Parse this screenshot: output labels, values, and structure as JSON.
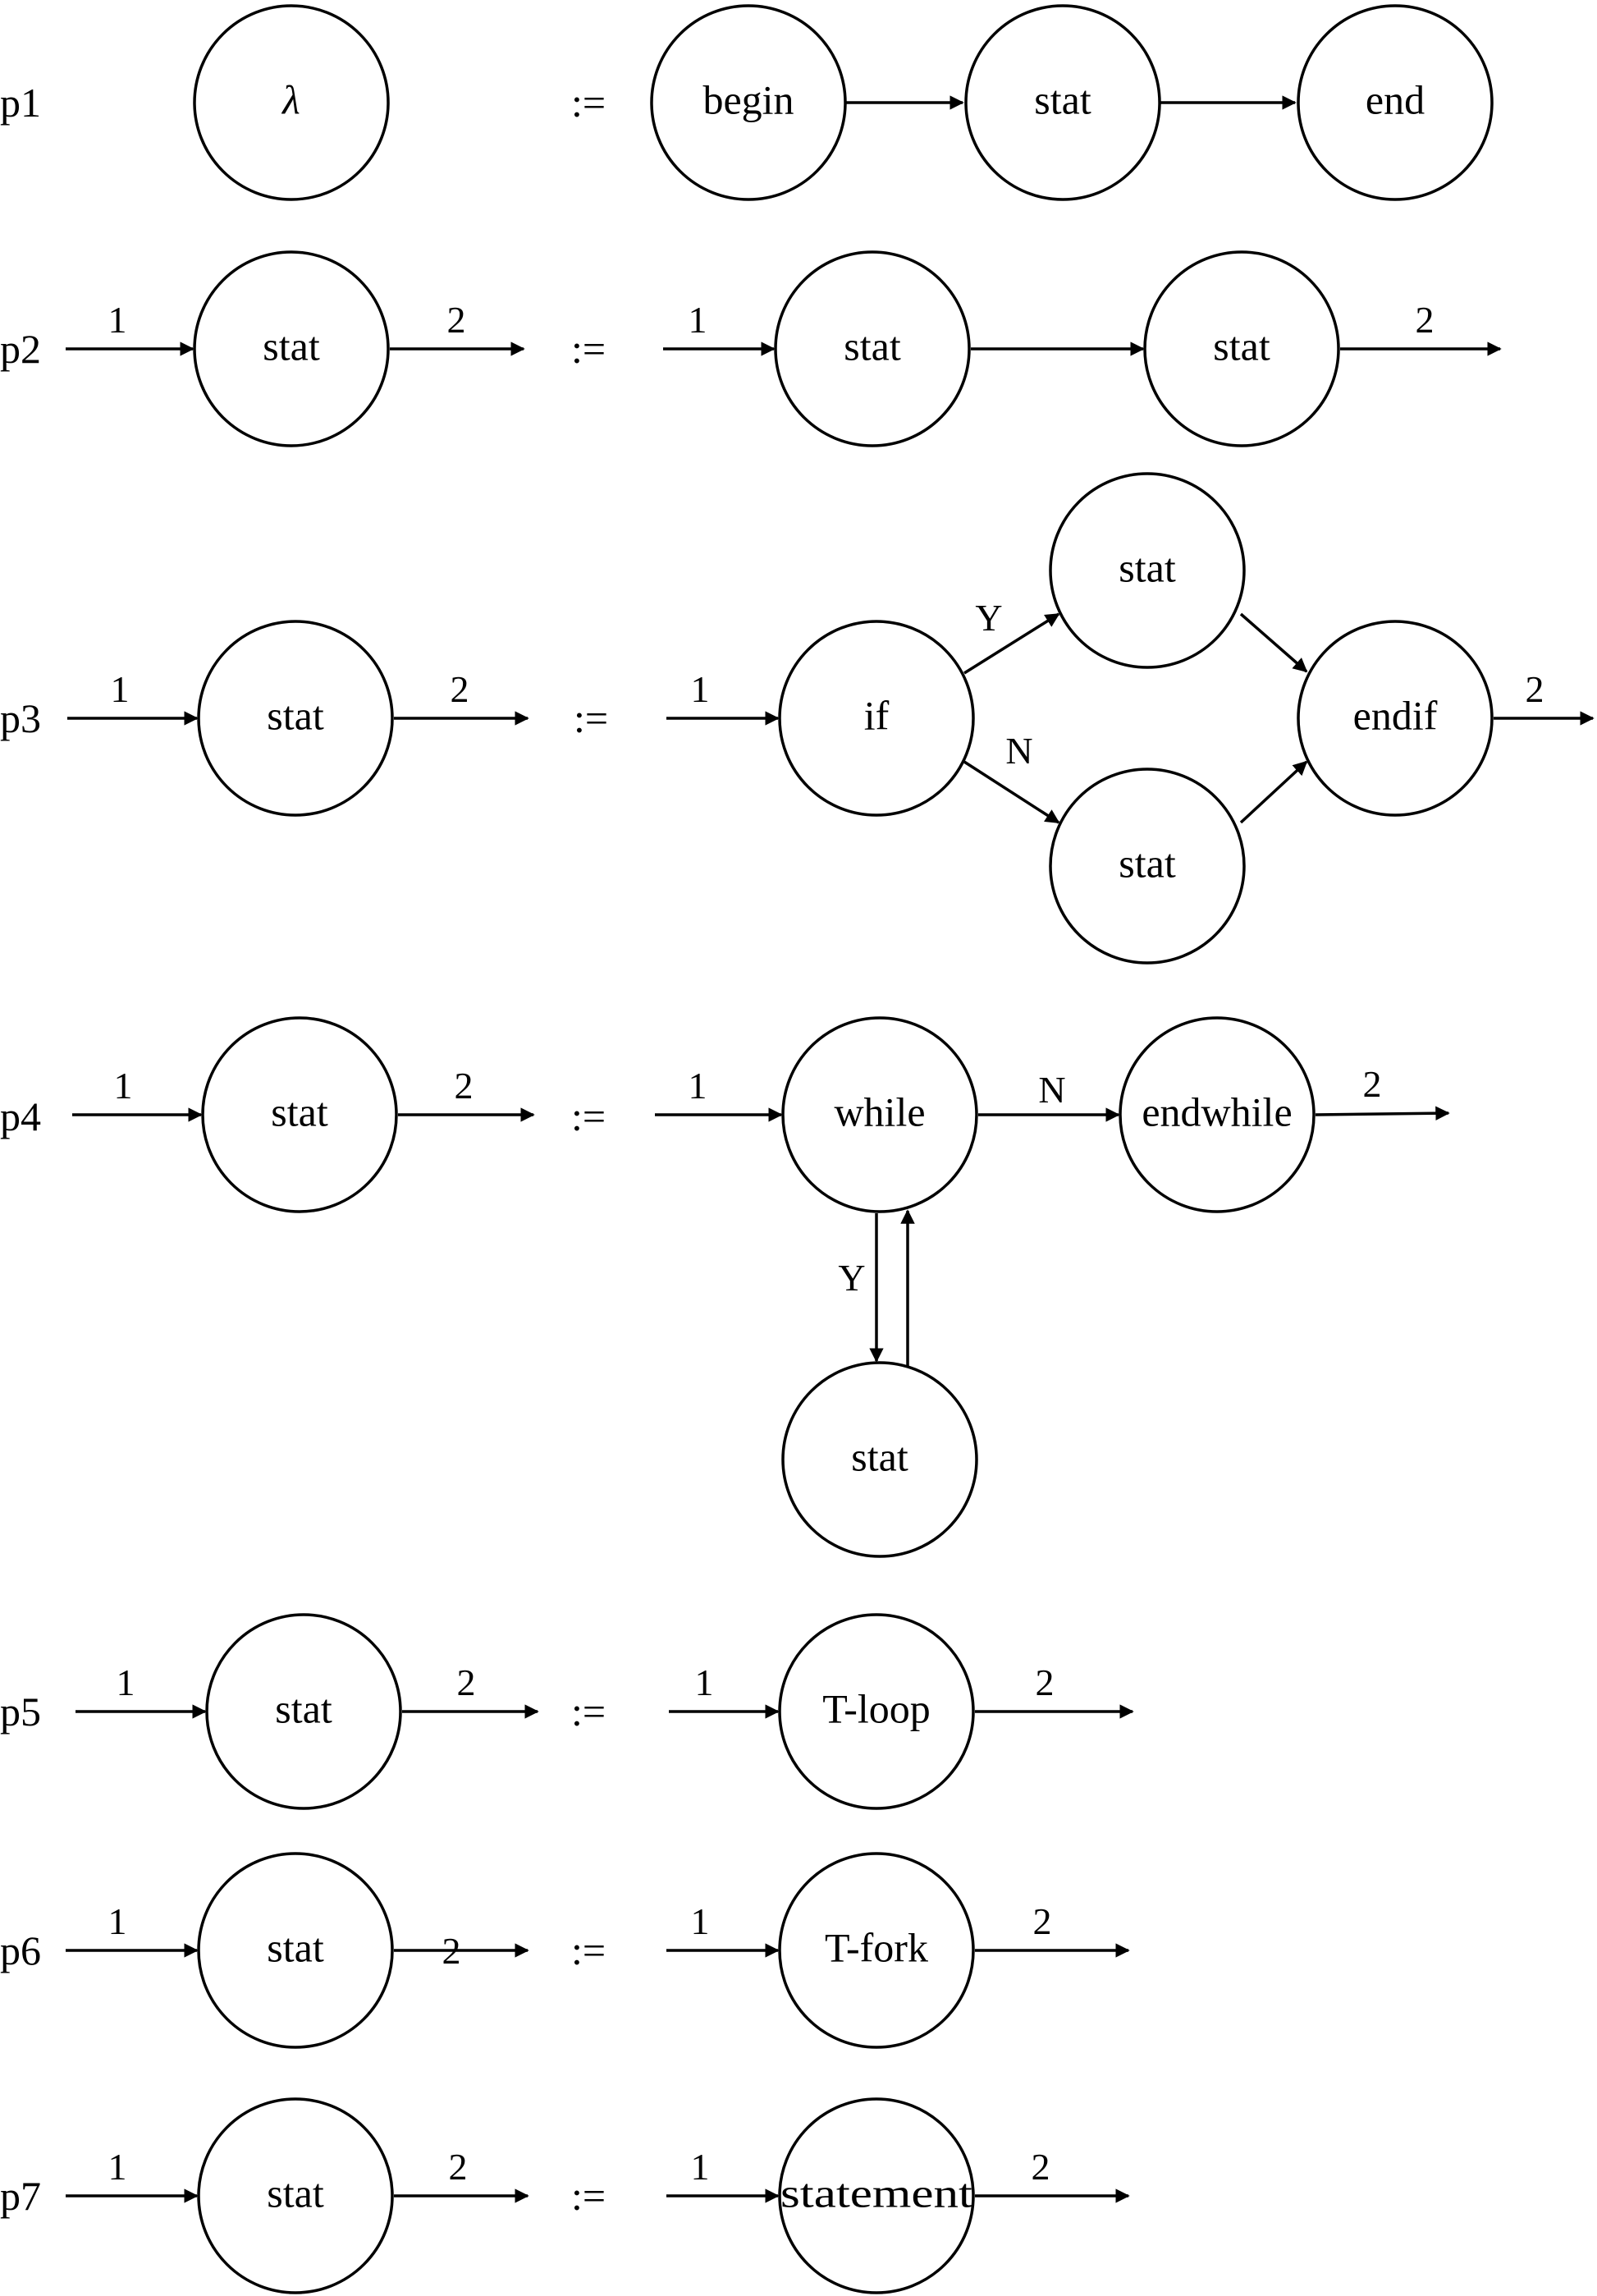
{
  "productions": [
    {
      "rule": "p1",
      "assign": ":=",
      "lhs": {
        "nodes": [
          "λ"
        ],
        "in": "",
        "out": ""
      },
      "rhs": {
        "nodes": [
          "begin",
          "stat",
          "end"
        ],
        "in": "",
        "out": ""
      }
    },
    {
      "rule": "p2",
      "assign": ":=",
      "lhs": {
        "nodes": [
          "stat"
        ],
        "in": "1",
        "out": "2"
      },
      "rhs": {
        "nodes": [
          "stat",
          "stat"
        ],
        "in": "1",
        "out": "2"
      }
    },
    {
      "rule": "p3",
      "assign": ":=",
      "lhs": {
        "nodes": [
          "stat"
        ],
        "in": "1",
        "out": "2"
      },
      "rhs": {
        "nodes": [
          "if",
          "stat",
          "stat",
          "endif"
        ],
        "in": "1",
        "out": "2",
        "branch_yes": "Y",
        "branch_no": "N"
      }
    },
    {
      "rule": "p4",
      "assign": ":=",
      "lhs": {
        "nodes": [
          "stat"
        ],
        "in": "1",
        "out": "2"
      },
      "rhs": {
        "nodes": [
          "while",
          "endwhile",
          "stat"
        ],
        "in": "1",
        "out": "2",
        "branch_yes": "Y",
        "branch_no": "N"
      }
    },
    {
      "rule": "p5",
      "assign": ":=",
      "lhs": {
        "nodes": [
          "stat"
        ],
        "in": "1",
        "out": "2"
      },
      "rhs": {
        "nodes": [
          "T-loop"
        ],
        "in": "1",
        "out": "2"
      }
    },
    {
      "rule": "p6",
      "assign": ":=",
      "lhs": {
        "nodes": [
          "stat"
        ],
        "in": "1",
        "out": "2"
      },
      "rhs": {
        "nodes": [
          "T-fork"
        ],
        "in": "1",
        "out": "2"
      }
    },
    {
      "rule": "p7",
      "assign": ":=",
      "lhs": {
        "nodes": [
          "stat"
        ],
        "in": "1",
        "out": "2"
      },
      "rhs": {
        "nodes": [
          "statement"
        ],
        "in": "1",
        "out": "2"
      }
    }
  ]
}
